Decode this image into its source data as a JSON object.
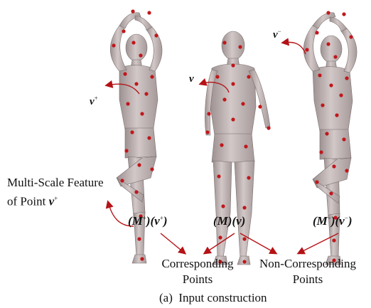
{
  "colors": {
    "mesh": "#c4b8b8",
    "mesh_shade": "#8f8484",
    "keypoint": "#c0171b",
    "arrow": "#b51216",
    "text": "#111111"
  },
  "vertex_labels": {
    "positive": "v",
    "positive_sup": "+",
    "anchor": "v",
    "negative": "v",
    "negative_sup": "−"
  },
  "feature_note": {
    "line1": "Multi-Scale Feature",
    "line2": "of Point ",
    "var": "v",
    "sup": "+"
  },
  "pairs": {
    "positive": {
      "model": "(M",
      "model_sup": "+",
      "point": ")(v",
      "point_sup": "+",
      "close": ")"
    },
    "anchor": {
      "model": "(M)(v)"
    },
    "negative": {
      "model": "(M",
      "model_sup": "−",
      "point": ")(v",
      "point_sup": "−",
      "close": ")"
    }
  },
  "relations": {
    "corresponding_1": "Corresponding",
    "corresponding_2": "Points",
    "non_corresponding_1": "Non-Corresponding",
    "non_corresponding_2": "Points"
  },
  "caption": "(a)  Input construction"
}
